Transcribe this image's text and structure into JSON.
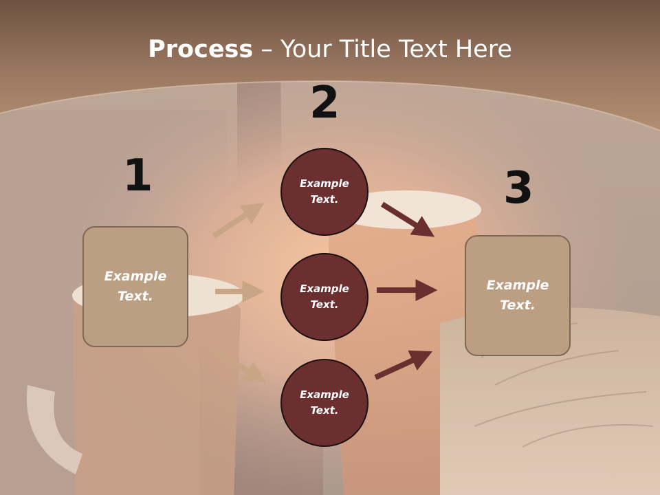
{
  "slide": {
    "title_bold": "Process",
    "title_rest": " – Your Title Text Here",
    "steps": [
      {
        "number": "1",
        "box_text": "Example Text."
      },
      {
        "number": "2",
        "circles": [
          "Example Text.",
          "Example Text.",
          "Example Text."
        ]
      },
      {
        "number": "3",
        "box_text": "Example Text."
      }
    ]
  },
  "colors": {
    "header_band": "#a07d63",
    "box_fill": "#bc9e83",
    "circle_fill": "#6b2f2f",
    "arrow_light": "#c8a584",
    "arrow_dark": "#6b2f2f"
  },
  "background_image": "beer mugs, bottle and wheat (faded)"
}
